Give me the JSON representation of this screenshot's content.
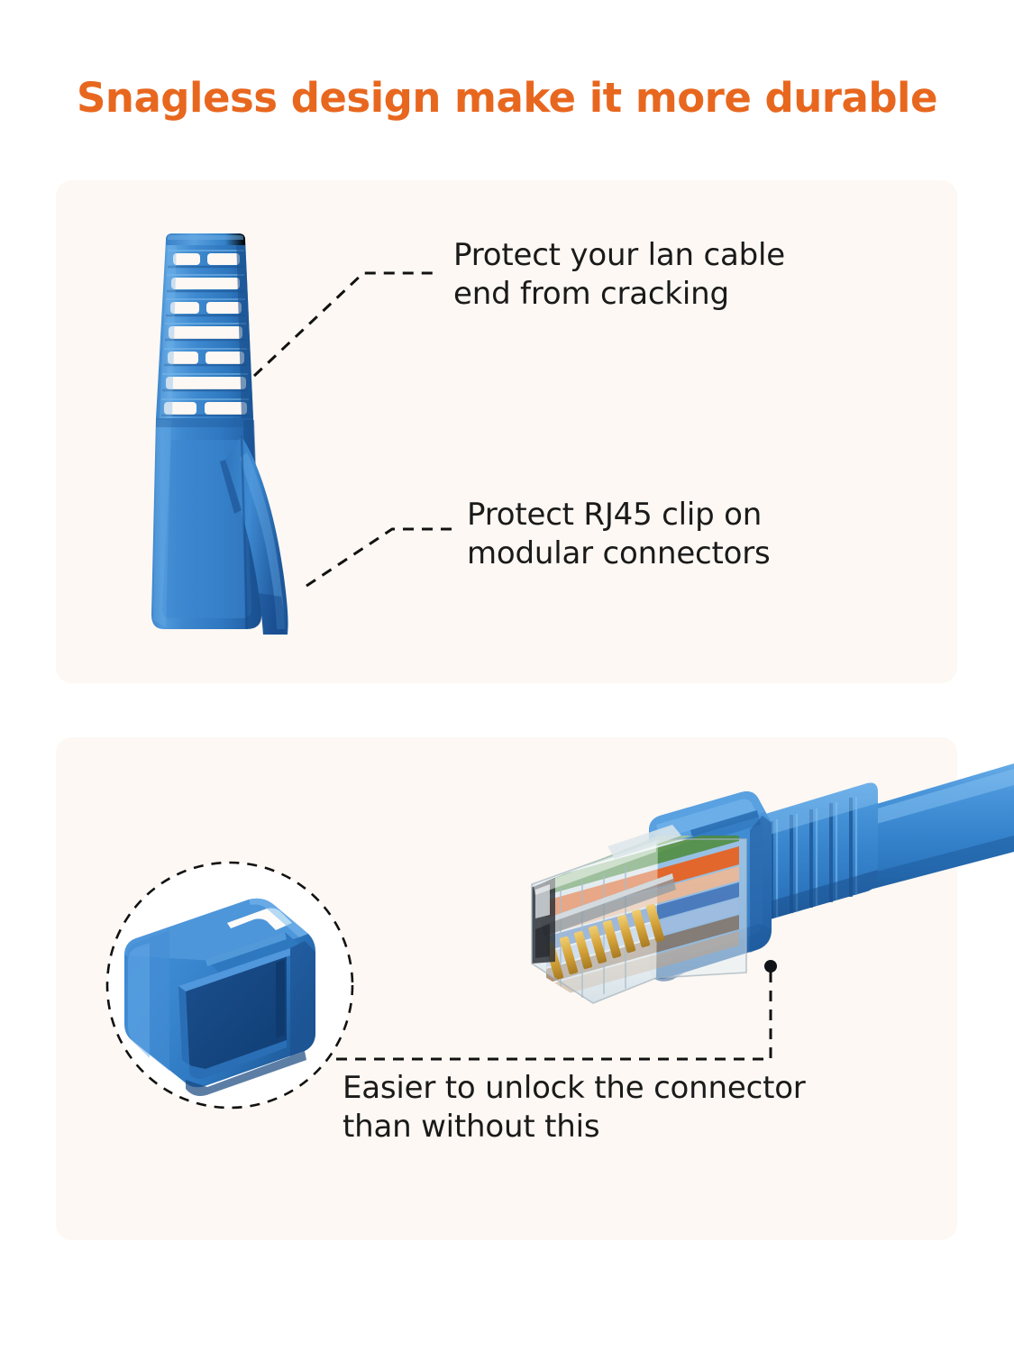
{
  "heading": {
    "text": "Snagless design make it more durable",
    "color": "#E8671F"
  },
  "panels": [
    {
      "id": "panel-top",
      "background": "#FDF8F3",
      "product_image": "rj45-boot-side-view",
      "callouts": [
        {
          "id": "callout-protect-cable-end",
          "text": "Protect your lan cable\nend from cracking",
          "leader": "dashed-elbow"
        },
        {
          "id": "callout-protect-clip",
          "text": "Protect RJ45 clip on\nmodular connectors",
          "leader": "dashed-elbow"
        }
      ]
    },
    {
      "id": "panel-bottom",
      "background": "#FDF8F3",
      "product_image": "rj45-connector-with-snagless-boot",
      "inset": {
        "id": "inset-boot-opening",
        "style": "dashed-circle",
        "image": "boot-rear-opening-view"
      },
      "callouts": [
        {
          "id": "callout-easier-unlock",
          "text": "Easier to unlock the connector\nthan without this",
          "leader": "dashed-elbow-vertical"
        }
      ]
    }
  ],
  "colors": {
    "accent_orange": "#E8671F",
    "panel_cream": "#FDF8F3",
    "page_white": "#FFFFFF",
    "plastic_blue": "#3380C9",
    "plastic_blue_light": "#5AA0E0",
    "plastic_blue_dark": "#1F5FA8",
    "plastic_blue_deep": "#17487F",
    "text_dark": "#1A1A1A",
    "leader_line": "#111111"
  },
  "wire_colors": {
    "orange": "#E8601C",
    "orange_white": "#F2B48C",
    "green": "#4E8B3C",
    "green_white": "#A8C99A",
    "blue": "#2B5FAE",
    "blue_white": "#9FB8DE",
    "brown": "#7A5230",
    "brown_white": "#C0A284",
    "gold_contact": "#D9A53A",
    "clear_housing": "#DCE5EA"
  }
}
